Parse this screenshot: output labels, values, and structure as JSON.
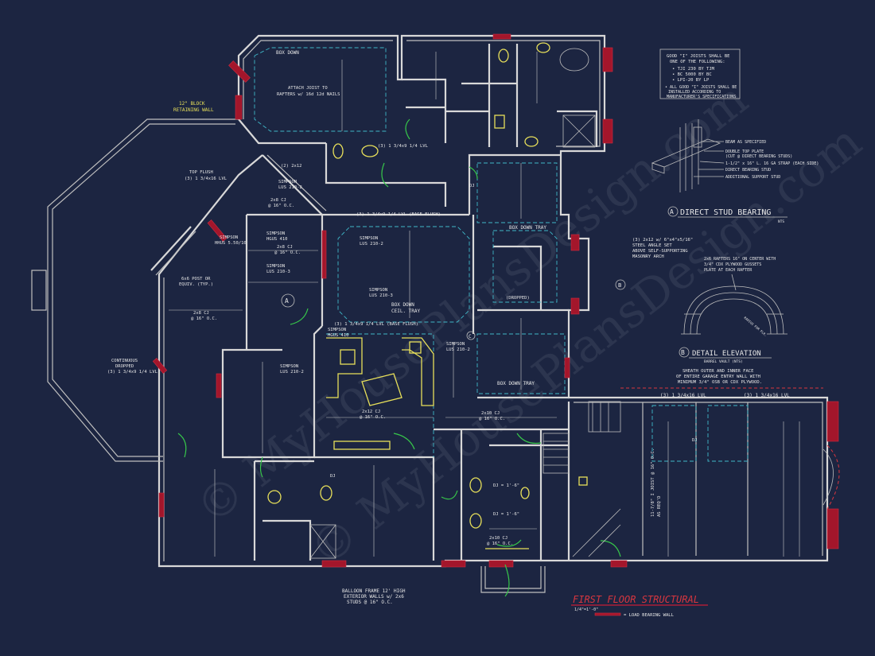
{
  "drawing": {
    "title": "FIRST FLOOR STRUCTURAL",
    "scale": "1/4\"=1'-0\"",
    "legend_text": "= LOAD BEARING WALL"
  },
  "joist_notes": {
    "heading_1": "GOOD \"I\" JOISTS SHALL BE",
    "heading_2": "ONE OF THE FOLLOWING:",
    "items": [
      "• TJI 230 BY TJM",
      "• BC 5000 BY BC",
      "• LPI-20 BY LP"
    ],
    "footnote_1": "• ALL GOOD \"I\" JOISTS SHALL BE",
    "footnote_2": "INSTALLED ACCORDING TO",
    "footnote_3": "MANUFACTURER'S SPECIFICATIONS"
  },
  "detail_a": {
    "letter": "A",
    "title": "DIRECT STUD BEARING",
    "scale": "NTS",
    "callouts": [
      "BEAM AS SPECIFIED",
      "DOUBLE TOP PLATE",
      "(CUT @ DIRECT BEARING STUDS)",
      "1-1/2\" x 16\" L. 16 GA STRAP (EACH SIDE)",
      "DIRECT BEARING STUD",
      "ADDITIONAL SUPPORT STUD"
    ]
  },
  "detail_b": {
    "letter": "B",
    "title": "DETAIL ELEVATION",
    "subtitle": "BARREL VAULT (NTS)",
    "note_1": "2x6 RAFTERS 16\" ON CENTER WITH",
    "note_2": "3/4\" CDX PLYWOOD GUSSETS",
    "note_3": "PLATE AT EACH RAFTER",
    "radius": "RADIUS FOR FLR."
  },
  "plan_labels": {
    "retaining_wall": [
      "12\" BLOCK",
      "RETAINING WALL"
    ],
    "box_down_top": "BOX DOWN",
    "attach_joist": [
      "ATTACH JOIST TO",
      "RAFTERS w/ 16d 12d NAILS"
    ],
    "top_flush": [
      "TOP FLUSH",
      "(3) 1 3/4x16 LVL"
    ],
    "beam_1": "(2) 2x12",
    "beam_2": "(3) 1 3/4x9 1/4 LVL",
    "beam_3": "(3) 1 3/4x9 1/4 LVL (BASE FLUSH)",
    "beam_4": "(3) 1 3/4x9 1/4 LVL (BASE FLUSH)",
    "simpson_1": [
      "SIMPSON",
      "LUS 210-2"
    ],
    "simpson_2": [
      "SIMPSON",
      "HGUS 410"
    ],
    "simpson_3": [
      "SIMPSON",
      "HHUS 5.50/10"
    ],
    "simpson_4": [
      "SIMPSON",
      "LUS 210-3"
    ],
    "simpson_5": [
      "SIMPSON",
      "LUS 210-2"
    ],
    "simpson_6": [
      "SIMPSON",
      "HGUS 410"
    ],
    "simpson_7": [
      "SIMPSON",
      "LUS 210-2"
    ],
    "simpson_8": [
      "SIMPSON",
      "LUS 210-3"
    ],
    "simpson_9": [
      "SIMPSON",
      "LUS 210-2"
    ],
    "post": [
      "6x6 POST OR",
      "EQUIV. (TYP.)"
    ],
    "continuous": [
      "CONTINUOUS",
      "DROPPED",
      "(3) 1 3/4x9 1/4 LVL"
    ],
    "box_down_cel": [
      "BOX DOWN",
      "CEIL. TRAY"
    ],
    "box_down_tray_1": "BOX DOWN TRAY",
    "box_down_tray_2": "BOX DOWN TRAY",
    "dropped": "(DROPPED)",
    "steel_angle": [
      "(3) 2x12 w/ 6\"x4\"x5/16\"",
      "STEEL ANGLE SET",
      "ABOVE SELF-SUPPORTING",
      "MASONRY ARCH"
    ],
    "sheath": [
      "SHEATH OUTER AND INNER FACE",
      "OF ENTIRE GARAGE ENTRY WALL WITH",
      "MINIMUM 3/4\" OSB OR CDX PLYWOOD."
    ],
    "garage_beam": "(3) 1 3/4x16 LVL",
    "balloon": [
      "BALLOON FRAME 12' HIGH",
      "EXTERIOR WALLS w/ 2x6",
      "STUDS @ 16\" O.C."
    ],
    "cj_2x8": [
      "2x8 CJ",
      "@ 16\" O.C."
    ],
    "cj_2x10": [
      "2x10 CJ",
      "@ 16\" O.C."
    ],
    "cj_2x12": [
      "2x12 CJ",
      "@ 16\" O.C."
    ],
    "ijoist": [
      "11-7/8\" I JOIST @ 16\" O.C.",
      "AS REQ'D"
    ],
    "dj": "DJ",
    "dj_1_6": "DJ = 1'-6\"",
    "dj_2_1": "DJ = 1'-6\"",
    "grid_a": "A",
    "grid_b": "B",
    "grid_c": "C",
    "watermark": "© MyHousePlansDesign.com"
  }
}
